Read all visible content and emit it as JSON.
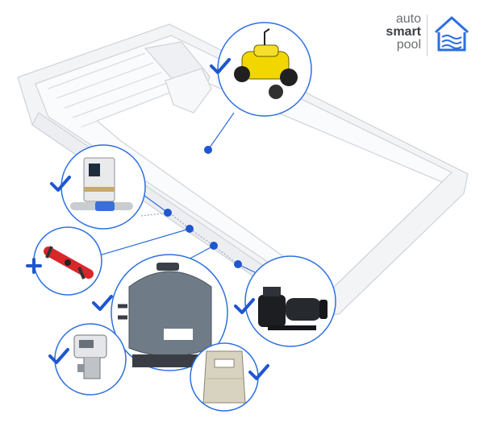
{
  "brand": {
    "line1": "auto",
    "line2": "smart",
    "line3": "pool",
    "logo_icon": "pool-house-icon",
    "accent": "#2d6fe0"
  },
  "products": [
    {
      "id": "robot-cleaner",
      "status": "included",
      "status_icon": "checkmark-icon"
    },
    {
      "id": "salt-chlorinator",
      "status": "included",
      "status_icon": "checkmark-icon"
    },
    {
      "id": "electric-heater",
      "status": "optional",
      "status_icon": "plus-icon"
    },
    {
      "id": "sand-filter",
      "status": "included",
      "status_icon": "checkmark-icon"
    },
    {
      "id": "pump",
      "status": "included",
      "status_icon": "checkmark-icon"
    },
    {
      "id": "multiport-valve",
      "status": "included",
      "status_icon": "checkmark-icon"
    },
    {
      "id": "filter-media-bag",
      "status": "included",
      "status_icon": "checkmark-icon"
    }
  ]
}
